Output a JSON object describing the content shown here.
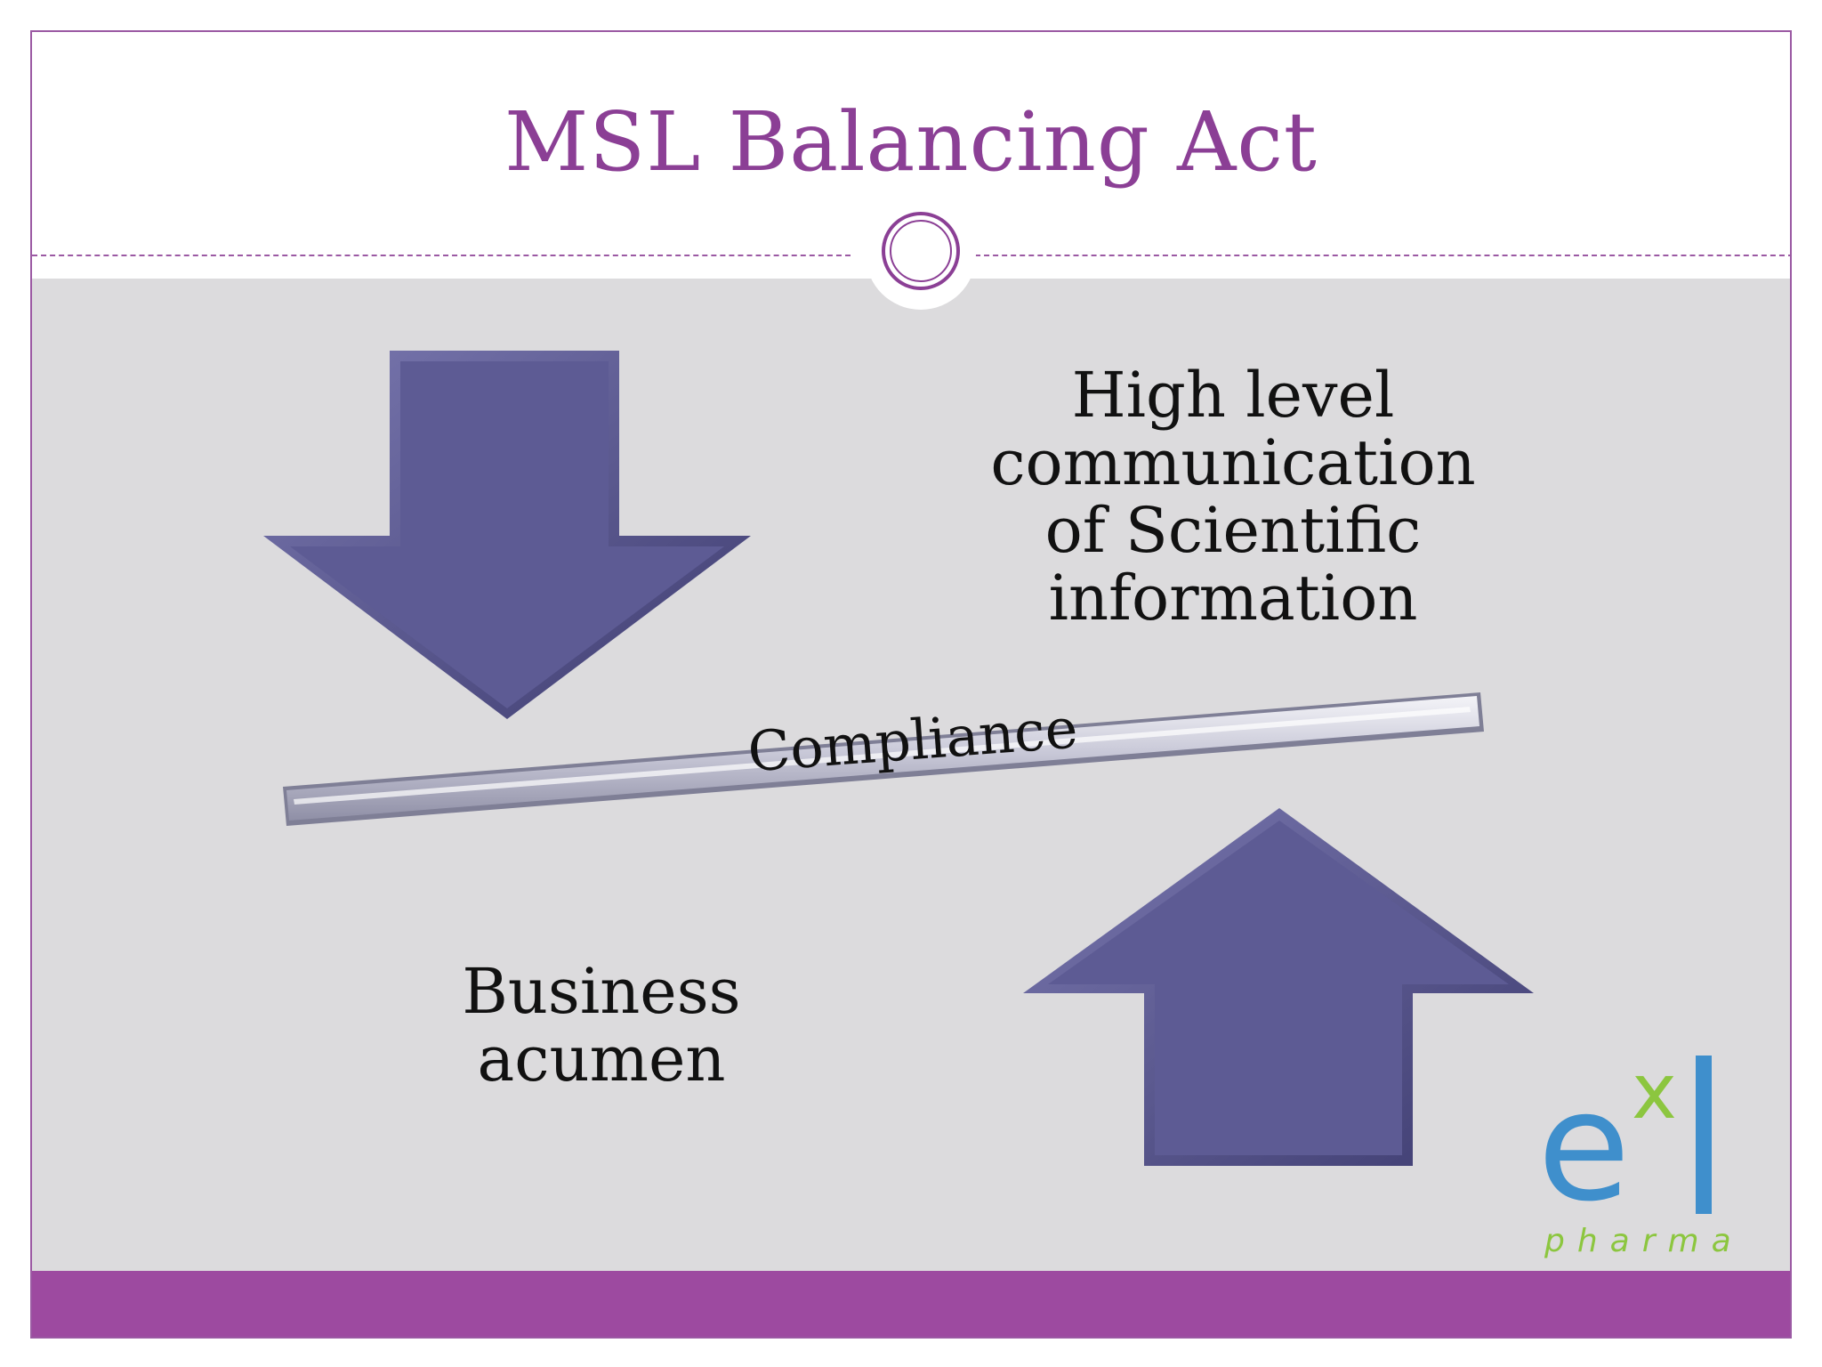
{
  "slide": {
    "title": "MSL Balancing Act"
  },
  "diagram": {
    "top_label_lines": [
      "High level",
      "communication",
      "of Scientific",
      "information"
    ],
    "bottom_label_lines": [
      "Business",
      "acumen"
    ],
    "beam_label": "Compliance"
  },
  "logo": {
    "main_e": "e",
    "superscript": "x",
    "tagline": "pharma"
  },
  "colors": {
    "accent_purple": "#8b3f95",
    "footer_purple": "#9d4aa0",
    "arrow_fill": "#5d5b94",
    "panel_gray": "#dcdbdd",
    "logo_blue": "#3f8fcc",
    "logo_green": "#8cc63f"
  }
}
